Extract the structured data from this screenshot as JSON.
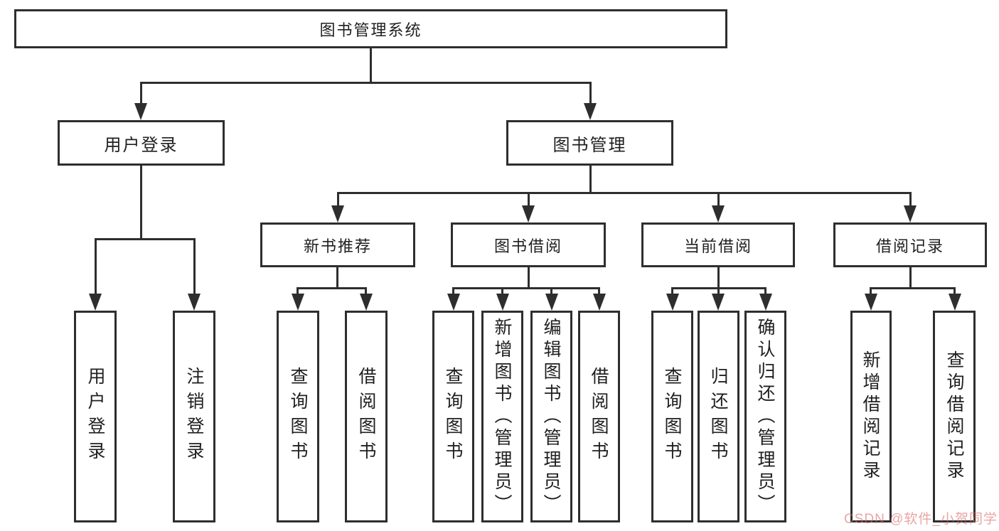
{
  "colors": {
    "line": "#2e2e2e",
    "box_border": "#2e2e2e",
    "box_background": "#ffffff",
    "text": "#1f1f1f",
    "watermark": "#d76969"
  },
  "root": {
    "label": "图书管理系统"
  },
  "branches": {
    "user_login": {
      "label": "用户登录",
      "children": [
        "用户登录",
        "注销登录"
      ]
    },
    "book_management": {
      "label": "图书管理",
      "sections": [
        {
          "label": "新书推荐",
          "children": [
            "查询图书",
            "借阅图书"
          ]
        },
        {
          "label": "图书借阅",
          "children": [
            "查询图书",
            "新增图书（管理员）",
            "编辑图书（管理员）",
            "借阅图书"
          ]
        },
        {
          "label": "当前借阅",
          "children": [
            "查询图书",
            "归还图书",
            "确认归还（管理员）"
          ]
        },
        {
          "label": "借阅记录",
          "children": [
            "新增借阅记录",
            "查询借阅记录"
          ]
        }
      ]
    }
  },
  "watermark": {
    "text": "CSDN @软件_小贺同学"
  }
}
